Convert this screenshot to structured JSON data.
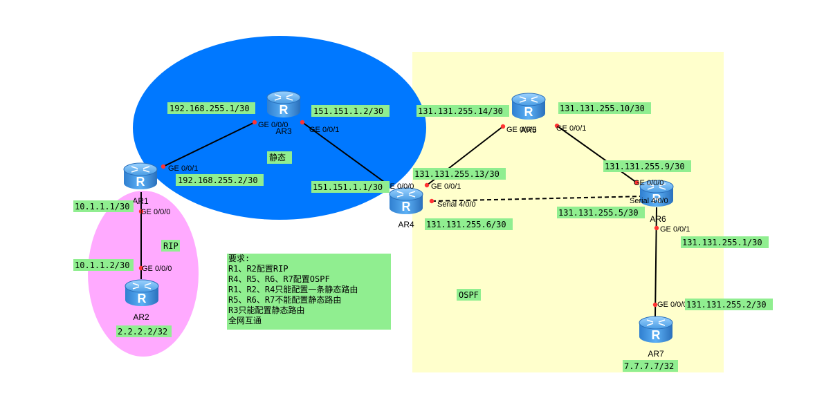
{
  "colors": {
    "static_area": "#0078ff",
    "rip_area": "#ffaaff",
    "ospf_area": "#ffffcc",
    "label_bg": "#90ee90",
    "router_body": "#3a8fd6",
    "port_dot": "#ff3333"
  },
  "areas": {
    "static": "静态",
    "rip": "RIP",
    "ospf": "OSPF"
  },
  "routers": {
    "ar1": "AR1",
    "ar2": "AR2",
    "ar3": "AR3",
    "ar4": "AR4",
    "ar5": "AR5",
    "ar6": "AR6",
    "ar7": "AR7"
  },
  "interfaces": {
    "ar3_ge000": "GE 0/0/0",
    "ar3_ge001": "GE 0/0/1",
    "ar1_ge001": "GE 0/0/1",
    "ar1_ge000": "GE 0/0/0",
    "ar2_ge000": "GE 0/0/0",
    "ar4_ge000": "GE 0/0/0",
    "ar4_ge001": "GE 0/0/1",
    "ar4_s400": "Serial 4/0/0",
    "ar5_ge000": "GE 0/0/0",
    "ar5_ge001": "GE 0/0/1",
    "ar6_ge000": "GE 0/0/0",
    "ar6_s400": "Serial 4/0/0",
    "ar6_ge001": "GE 0/0/1",
    "ar7_ge000": "GE 0/0/0"
  },
  "addresses": {
    "ar3_ge000": "192.168.255.1/30",
    "ar3_ge001": "151.151.1.2/30",
    "ar1_ge001": "192.168.255.2/30",
    "ar4_ge000": "151.151.1.1/30",
    "ar1_ge000": "10.1.1.1/30",
    "ar2_ge000": "10.1.1.2/30",
    "ar2_loopback": "2.2.2.2/32",
    "ar5_ge000": "131.131.255.14/30",
    "ar5_ge001": "131.131.255.10/30",
    "ar4_ge001": "131.131.255.13/30",
    "ar6_ge000": "131.131.255.9/30",
    "ar6_s400": "131.131.255.5/30",
    "ar4_s400": "131.131.255.6/30",
    "ar6_ge001": "131.131.255.1/30",
    "ar7_ge000": "131.131.255.2/30",
    "ar7_loopback": "7.7.7.7/32"
  },
  "requirements": {
    "title": "要求:",
    "lines": [
      "R1、R2配置RIP",
      "R4、R5、R6、R7配置OSPF",
      "R1、R2、R4只能配置一条静态路由",
      "R5、R6、R7不能配置静态路由",
      "R3只能配置静态路由",
      "全网互通"
    ]
  }
}
